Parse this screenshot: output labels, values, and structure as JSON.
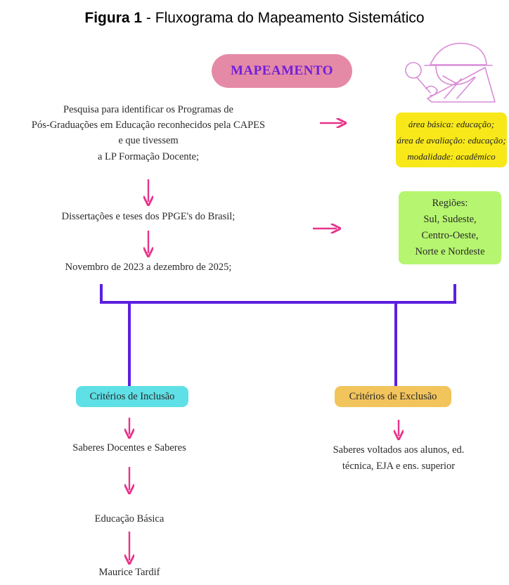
{
  "caption": {
    "prefix": "Figura 1",
    "text": " - Fluxograma do Mapeamento Sistemático"
  },
  "title": "MAPEAMENTO",
  "steps": [
    "Pesquisa para identificar os Programas de",
    "Pós-Graduações em Educação reconhecidos pela CAPES",
    "e que tivessem",
    "a LP Formação Docente;",
    "Dissertações e teses dos PPGE's do Brasil;",
    "Novembro de 2023 a dezembro de 2025;"
  ],
  "filters_box": [
    "área básica: educação;",
    "área de avaliação: educação;",
    "modalidade: acadêmico"
  ],
  "regions_box": [
    "Regiões:",
    "Sul, Sudeste,",
    "Centro-Oeste,",
    "Norte e Nordeste"
  ],
  "inclusion": {
    "label": "Critérios de Inclusão",
    "items": [
      "Saberes Docentes e Saberes",
      "Educação Básica",
      "Maurice Tardif"
    ]
  },
  "exclusion": {
    "label": "Critérios de Exclusão",
    "items": [
      "Saberes voltados aos alunos, ed.",
      "técnica, EJA e ens. superior"
    ]
  },
  "colors": {
    "arrow": "#e8338a",
    "bracket": "#5b1fe0",
    "title_pill": "#e58aa6",
    "title_text": "#6f1fd8",
    "filters_box": "#f8e81a",
    "regions_box": "#b6f56f",
    "inclusion_tag": "#5ee0e6",
    "exclusion_tag": "#f2c45c",
    "detective_illustration": "#d98bd6"
  },
  "icons": [
    "detective-illustration",
    "arrow-down-icon",
    "arrow-right-icon"
  ]
}
